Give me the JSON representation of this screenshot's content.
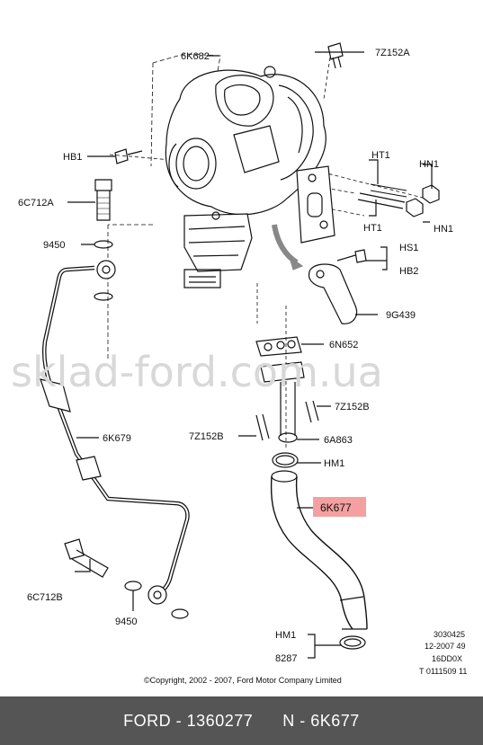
{
  "labels": {
    "l6K682": "6K682",
    "l7Z152A": "7Z152A",
    "lHB1": "HB1",
    "lHT1a": "HT1",
    "lHN1a": "HN1",
    "l6C712A": "6C712A",
    "lHT1b": "HT1",
    "lHN1b": "HN1",
    "l9450a": "9450",
    "lHS1": "HS1",
    "lHB2": "HB2",
    "l9G439": "9G439",
    "l6N652": "6N652",
    "l7Z152B_r": "7Z152B",
    "l6K679": "6K679",
    "l7Z152B_l": "7Z152B",
    "l6A863": "6A863",
    "lHM1a": "HM1",
    "l6K677": "6K677",
    "l6C712B": "6C712B",
    "l9450b": "9450",
    "lHM1b": "HM1",
    "l8287": "8287"
  },
  "highlight_color": "#f4a0a0",
  "ref_codes": [
    "3030425",
    "12-2007 49",
    "16DD0X",
    "T 0111509 11"
  ],
  "copyright": "©Copyright, 2002 - 2007, Ford Motor Company Limited",
  "watermark": "sklad-ford.com.ua",
  "footer": {
    "left": "FORD - 1360277",
    "right": "N - 6K677"
  }
}
